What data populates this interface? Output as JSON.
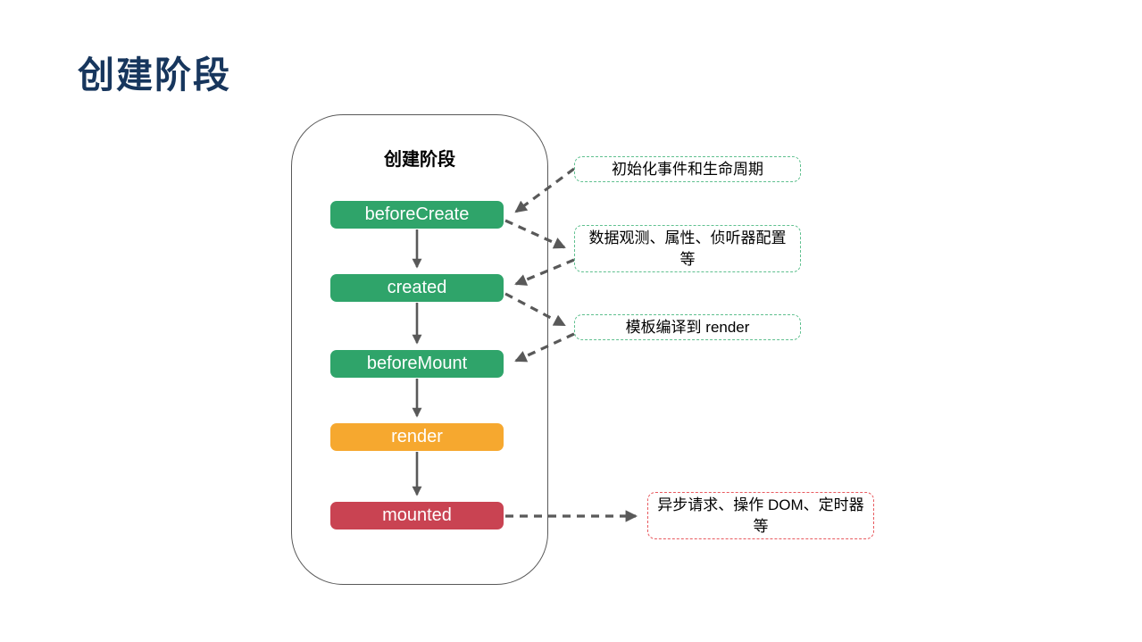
{
  "page": {
    "title": "创建阶段"
  },
  "diagram": {
    "container_title": "创建阶段",
    "nodes": [
      {
        "id": "beforeCreate",
        "label": "beforeCreate",
        "color": "#2FA46A"
      },
      {
        "id": "created",
        "label": "created",
        "color": "#2FA46A"
      },
      {
        "id": "beforeMount",
        "label": "beforeMount",
        "color": "#2FA46A"
      },
      {
        "id": "render",
        "label": "render",
        "color": "#F6A82F"
      },
      {
        "id": "mounted",
        "label": "mounted",
        "color": "#C94352"
      }
    ],
    "annotations": [
      {
        "id": "init",
        "label": "初始化事件和生命周期",
        "border_color": "#5FC08F"
      },
      {
        "id": "observe",
        "label": "数据观测、属性、侦听器配置等",
        "border_color": "#5FC08F"
      },
      {
        "id": "compile",
        "label": "模板编译到 render",
        "border_color": "#5FC08F"
      },
      {
        "id": "async",
        "label": "异步请求、操作 DOM、定时器等",
        "border_color": "#E85A5F"
      }
    ],
    "edges": [
      {
        "from": "beforeCreate",
        "to": "created",
        "style": "solid"
      },
      {
        "from": "created",
        "to": "beforeMount",
        "style": "solid"
      },
      {
        "from": "beforeMount",
        "to": "render",
        "style": "solid"
      },
      {
        "from": "render",
        "to": "mounted",
        "style": "solid"
      },
      {
        "from": "annotation-init",
        "to": "beforeCreate",
        "style": "dashed"
      },
      {
        "from": "beforeCreate",
        "to": "annotation-observe",
        "style": "dashed"
      },
      {
        "from": "annotation-observe",
        "to": "created",
        "style": "dashed"
      },
      {
        "from": "created",
        "to": "annotation-compile",
        "style": "dashed"
      },
      {
        "from": "annotation-compile",
        "to": "beforeMount",
        "style": "dashed"
      },
      {
        "from": "mounted",
        "to": "annotation-async",
        "style": "dashed"
      }
    ],
    "colors": {
      "title_text": "#17365D",
      "container_border": "#595959",
      "arrow": "#595959",
      "node_text": "#ffffff",
      "annotation_text": "#000000"
    }
  }
}
